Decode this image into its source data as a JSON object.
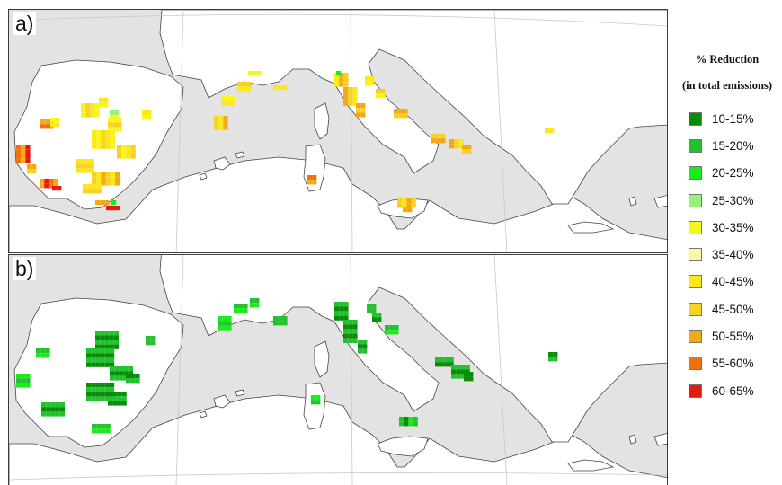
{
  "panels": [
    {
      "id": "a",
      "label": "a)"
    },
    {
      "id": "b",
      "label": "b)"
    }
  ],
  "legend": {
    "title": "% Reduction",
    "subtitle": "(in total emissions)",
    "items": [
      {
        "label": "10-15%",
        "color": "#0a8c0a"
      },
      {
        "label": "15-20%",
        "color": "#22c22e"
      },
      {
        "label": "20-25%",
        "color": "#19ec19"
      },
      {
        "label": "25-30%",
        "color": "#9aef7a"
      },
      {
        "label": "30-35%",
        "color": "#f6f51c"
      },
      {
        "label": "35-40%",
        "color": "#fbf7a6"
      },
      {
        "label": "40-45%",
        "color": "#fce81a"
      },
      {
        "label": "45-50%",
        "color": "#f9d120"
      },
      {
        "label": "50-55%",
        "color": "#f4a912"
      },
      {
        "label": "55-60%",
        "color": "#f2710f"
      },
      {
        "label": "60-65%",
        "color": "#e81a0e"
      }
    ]
  },
  "colors": {
    "sea": "#e3e3e3",
    "land": "#ffffff",
    "coastline": "#444444",
    "graticule": "#c9c9c9",
    "panel_border": "#3a3a3a"
  }
}
